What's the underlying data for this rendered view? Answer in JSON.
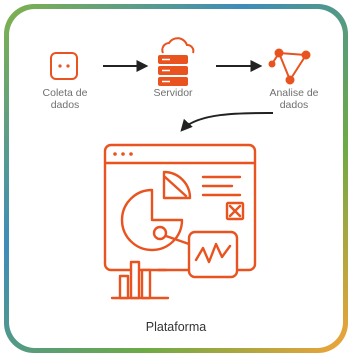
{
  "colors": {
    "accent": "#E8531F",
    "border_gradient": [
      "#5C9A3A",
      "#3D88B8",
      "#8FB443",
      "#F2A33A"
    ],
    "label_text": "#6f6f6f"
  },
  "diagram": {
    "nodes": [
      {
        "id": "coleta",
        "icon": "dice-icon",
        "lines": [
          "Coleta de",
          "dados"
        ]
      },
      {
        "id": "servidor",
        "icon": "server-cloud-icon",
        "lines": [
          "Servidor"
        ]
      },
      {
        "id": "analise",
        "icon": "network-triangle-icon",
        "lines": [
          "Analise de",
          "dados"
        ]
      }
    ],
    "platform": {
      "icon": "dashboard-window-icon",
      "label": "Plataforma"
    }
  }
}
